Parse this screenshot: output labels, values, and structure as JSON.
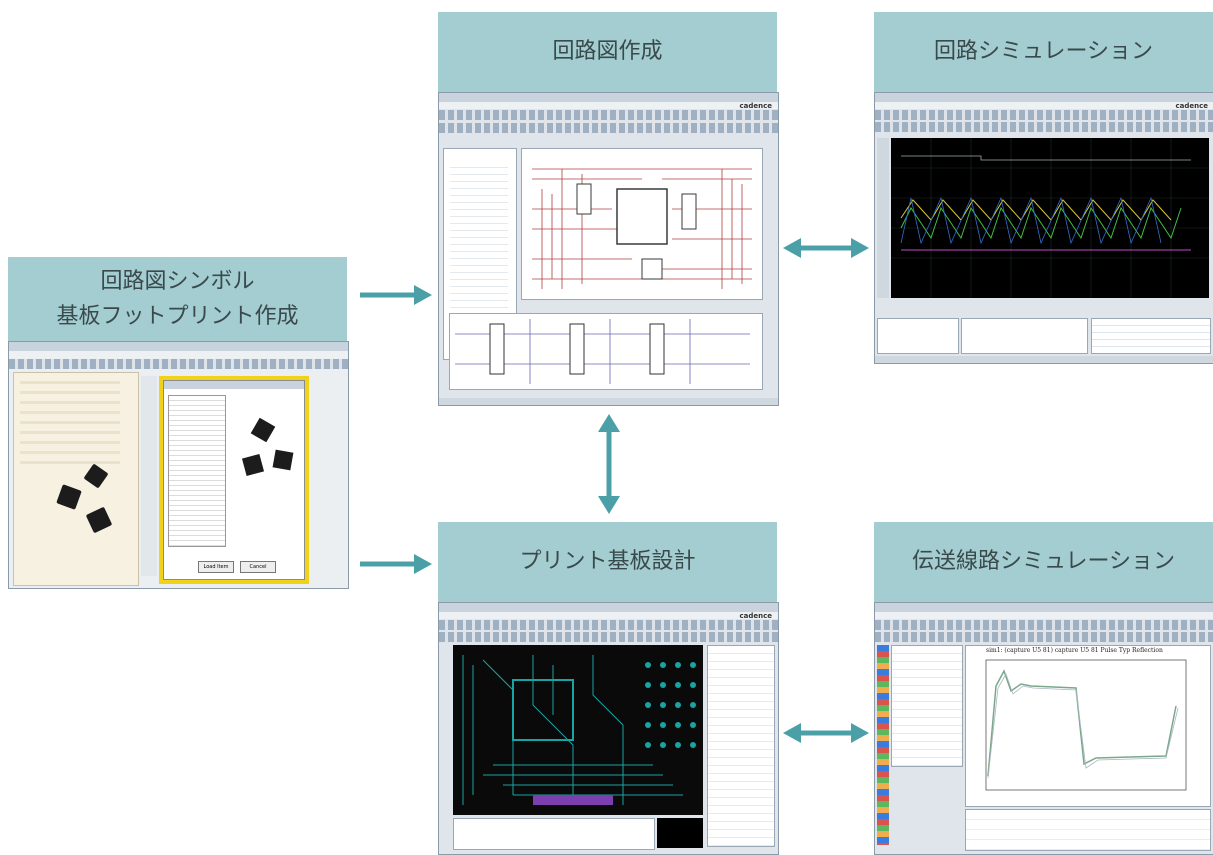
{
  "labels": {
    "symbol": {
      "line1": "回路図シンボル",
      "line2": "基板フットプリント作成"
    },
    "schematic": "回路図作成",
    "circuit_sim": "回路シミュレーション",
    "pcb": "プリント基板設計",
    "transmission_sim": "伝送線路シミュレーション"
  },
  "screenshots": {
    "brand": "cadence",
    "library_dialog_buttons": {
      "ok": "Load Item",
      "cancel": "Cancel"
    },
    "waveform_title": "sim1: (capture U5 81) capture U5 81 Pulse Typ Reflection"
  },
  "colors": {
    "label_bg": "#a3cdd1",
    "arrow": "#4ba0a8",
    "schematic_wire": "#b04040",
    "pcb_bg": "#0a0a0a",
    "pcb_trace": "#19a3a3",
    "sim_bg": "#000000"
  }
}
